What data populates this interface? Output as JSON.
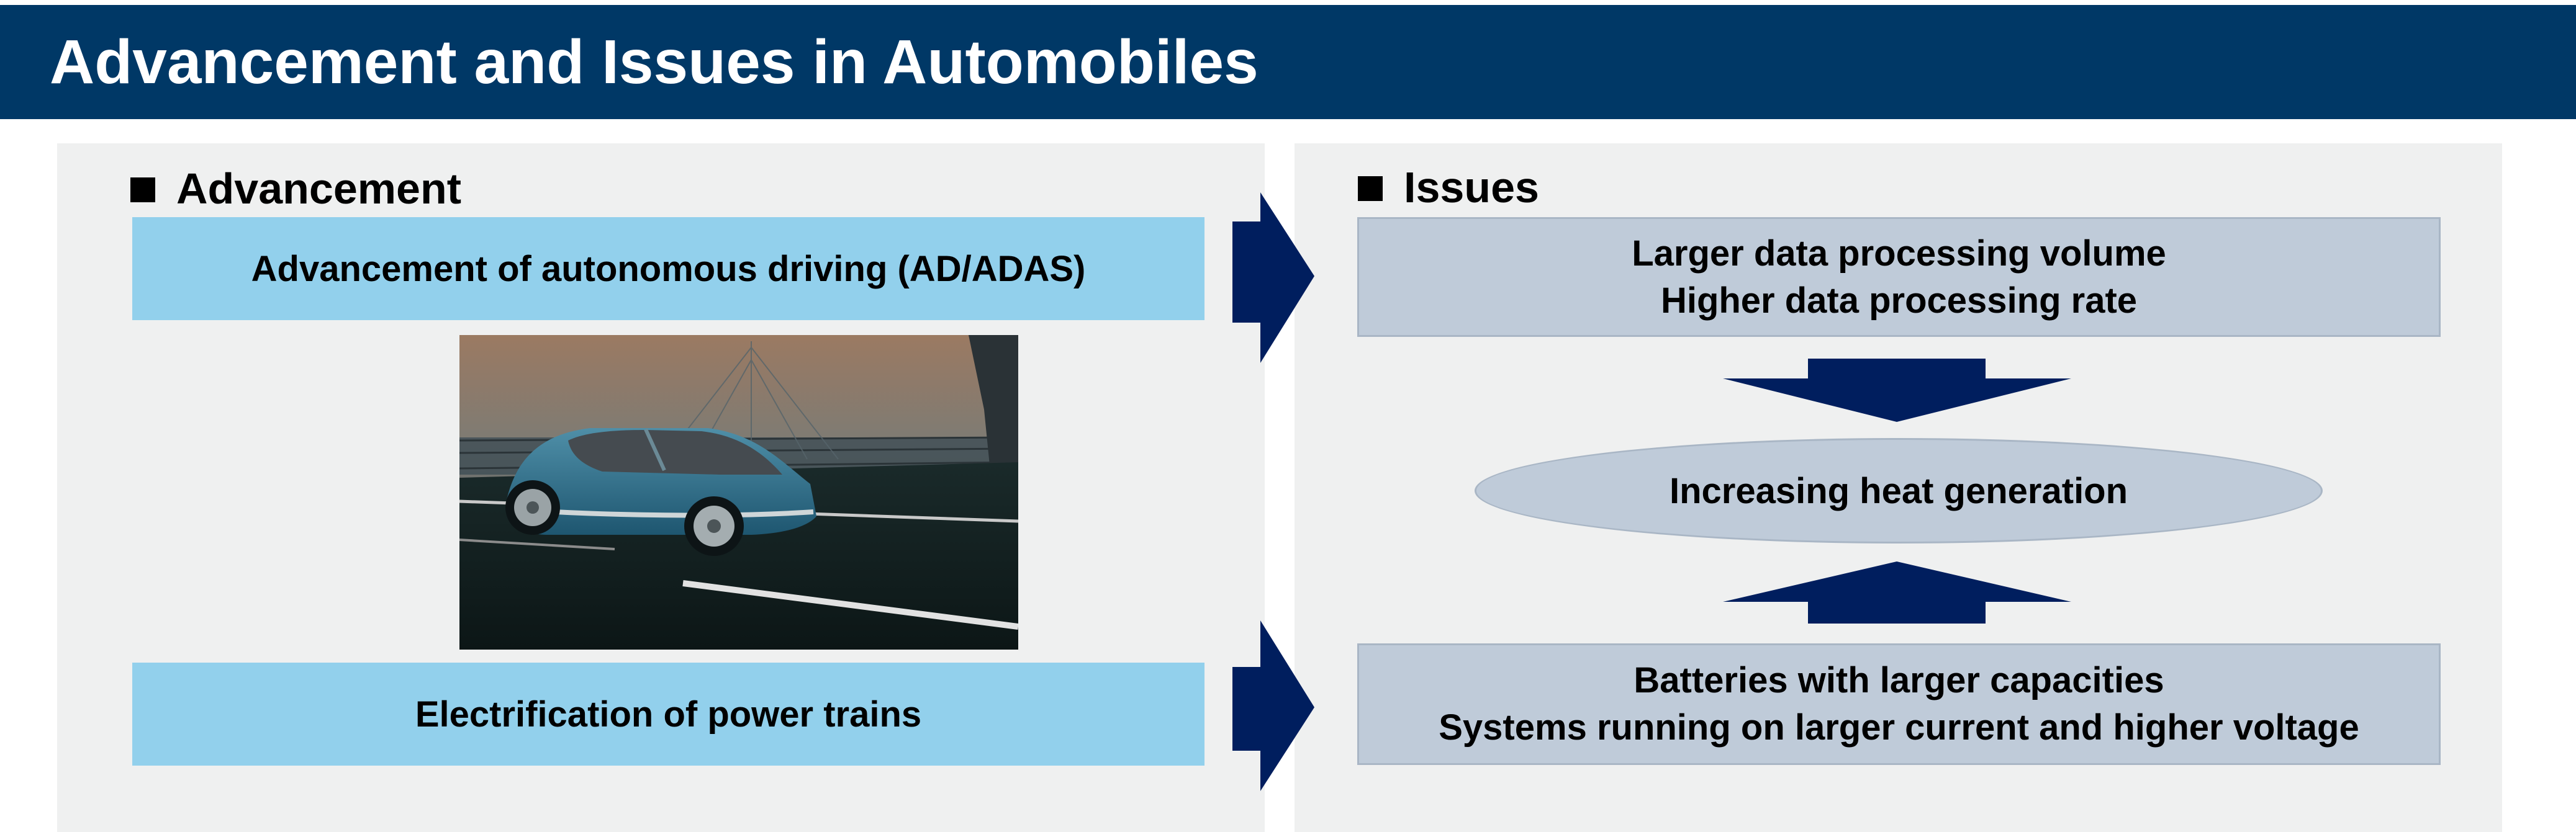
{
  "header": {
    "title": "Advancement and Issues in Automobiles"
  },
  "advancement": {
    "heading": "Advancement",
    "items": [
      "Advancement of autonomous driving (AD/ADAS)",
      "Electrification of power trains"
    ]
  },
  "issues": {
    "heading": "Issues",
    "top_box": [
      "Larger data processing volume",
      "Higher data processing rate"
    ],
    "center": "Increasing heat generation",
    "bottom_box": [
      "Batteries with larger capacities",
      "Systems running on larger current and higher voltage"
    ]
  },
  "colors": {
    "banner": "#003866",
    "panel": "#eff0f0",
    "advancement_box": "#92d0ec",
    "issue_box": "#bfcbd9",
    "arrow": "#001e5e"
  }
}
